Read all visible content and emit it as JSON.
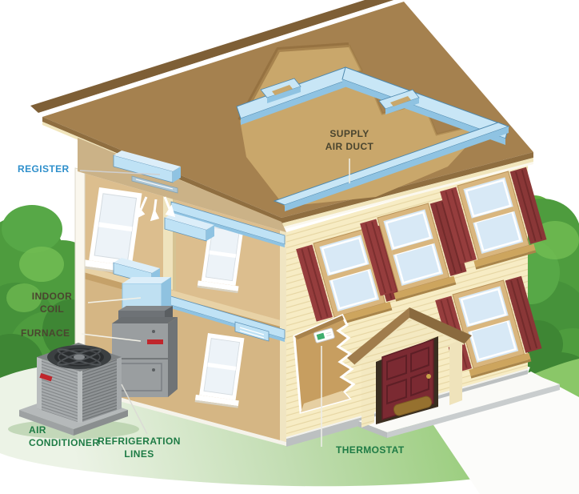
{
  "labels": {
    "register": "REGISTER",
    "supply_air_duct": [
      "SUPPLY",
      "AIR DUCT"
    ],
    "indoor_coil": [
      "INDOOR",
      "COIL"
    ],
    "furnace": "FURNACE",
    "air_conditioner": [
      "AIR",
      "CONDITIONER"
    ],
    "refrigeration_lines": [
      "REFRIGERATION",
      "LINES"
    ],
    "thermostat": "THERMOSTAT"
  },
  "colors": {
    "label_blue": "#2E8FCB",
    "label_green": "#1E7B45",
    "label_dark": "#4A452F",
    "roof_brown": "#A5814F",
    "duct_blue": "#BFE2F5",
    "siding_cream": "#F7ECC4",
    "shutter_red": "#943C3C",
    "door_red": "#7B2A32",
    "lawn_green": "#8AC768",
    "unit_gray": "#8E9296"
  }
}
